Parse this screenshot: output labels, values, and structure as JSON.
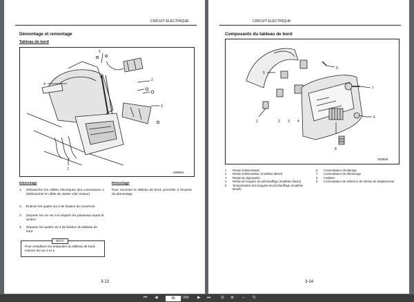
{
  "header": {
    "section": "CIRCUIT ELECTRIQUE"
  },
  "left": {
    "title": "Démontage et remontage",
    "subtitle": "Tableau de bord",
    "figure_number": "208554",
    "callouts": [
      "1",
      "2",
      "3",
      "4",
      "5"
    ],
    "demontage": {
      "heading": "Démontage",
      "steps": [
        {
          "num": "1.",
          "text": "Débrancher les câbles électriques des connecteurs 1. (Débrancher le câble de starter côté moteur)."
        },
        {
          "num": "2.",
          "text": "Enlever les quatre vis 2 de fixation du couvercle."
        },
        {
          "num": "3.",
          "text": "Déposer les six vis 3 et séparer les panneaux avant et arrière."
        },
        {
          "num": "4.",
          "text": "Déposer les quatre vis 4 de fixation du tableau de bord."
        }
      ]
    },
    "nota": {
      "label": "NOTA",
      "text": "Pour remplacer les ampoules du tableau de bord, enlever les vis 3 et 4."
    },
    "remontage": {
      "heading": "Remontage",
      "text": "Pour remonter le tableau de bord, procéder à l'inverse du démontage."
    },
    "page_number": "3-13"
  },
  "right": {
    "title": "Composants du tableau de bord",
    "figure_number": "208556",
    "callouts": [
      "1",
      "2",
      "3",
      "4",
      "5",
      "6",
      "7",
      "8",
      "9"
    ],
    "legend_left": [
      {
        "num": "1",
        "text": "Relais d'alimentation"
      },
      {
        "num": "2",
        "text": "Relais d'alimentation (modèles diesel)"
      },
      {
        "num": "3",
        "text": "Relais de clignotants"
      },
      {
        "num": "4",
        "text": "Relais de bougies de préchauffage (modèles diesel)"
      },
      {
        "num": "5",
        "text": "Temporisation des bougies de préchauffage (modèles diesel)"
      }
    ],
    "legend_right": [
      {
        "num": "6",
        "text": "Commutateur d'éclairage"
      },
      {
        "num": "7",
        "text": "Commutateur de démarrage"
      },
      {
        "num": "8",
        "text": "Fusibles"
      },
      {
        "num": "9",
        "text": "Commutateur de sélection de vitesse de déplacement"
      }
    ],
    "page_number": "3-14"
  },
  "toolbar": {
    "current_page": "45",
    "total_pages": "/ 396",
    "icons": [
      "first-page-icon",
      "prev-page-icon",
      "next-page-icon",
      "last-page-icon",
      "zoom-out-icon",
      "zoom-in-icon",
      "fit-width-icon",
      "rotate-icon"
    ]
  }
}
